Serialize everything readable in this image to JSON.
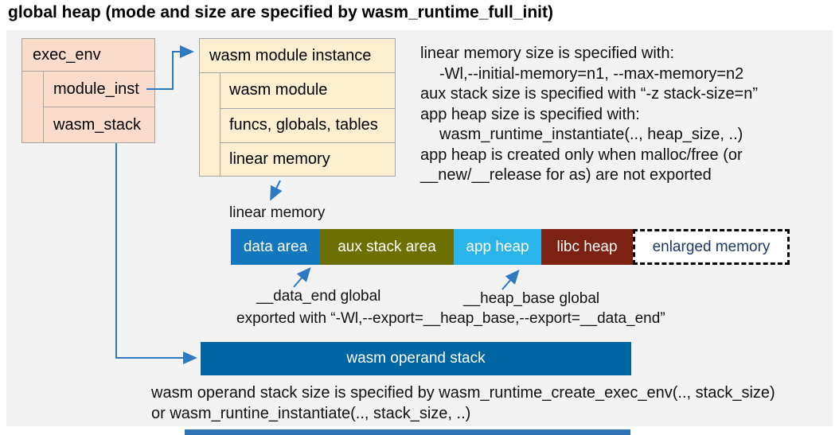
{
  "title": "global heap (mode and size are specified by wasm_runtime_full_init)",
  "exec_env": {
    "label": "exec_env",
    "rows": [
      {
        "label": "module_inst"
      },
      {
        "label": "wasm_stack"
      }
    ]
  },
  "module_instance": {
    "label": "wasm module instance",
    "rows": [
      {
        "label": "wasm module"
      },
      {
        "label": "funcs, globals, tables"
      },
      {
        "label": "linear memory"
      }
    ]
  },
  "right_notes": {
    "lines": [
      "linear memory size is specified with:",
      "-Wl,--initial-memory=n1, --max-memory=n2",
      "aux stack size is specified with “-z stack-size=n”",
      "app heap size is specified with:",
      "wasm_runtime_instantiate(.., heap_size, ..)",
      "app heap is created only when malloc/free (or",
      "__new/__release for as) are not exported"
    ]
  },
  "linear_memory": {
    "label": "linear memory",
    "segments": [
      {
        "label": "data area",
        "color": "#1277BD"
      },
      {
        "label": "aux stack area",
        "color": "#6C7000"
      },
      {
        "label": "app heap",
        "color": "#2AB4EA"
      },
      {
        "label": "libc heap",
        "color": "#7D2212"
      },
      {
        "label": "enlarged memory",
        "color": "#FFFFFF"
      }
    ]
  },
  "annotations": {
    "data_end": "__data_end global",
    "heap_base": "__heap_base global",
    "exported": "exported with “-Wl,--export=__heap_base,--export=__data_end”"
  },
  "operand_stack": {
    "label": "wasm operand stack"
  },
  "bottom_notes": {
    "lines": [
      "wasm operand stack size is specified by wasm_runtime_create_exec_env(.., stack_size)",
      "or wasm_runtine_instantiate(.., stack_size, ..)"
    ]
  },
  "colors": {
    "slide_background": "#F2F2F2",
    "struct_pink": "#FBDCCA",
    "struct_cream": "#FCEFD0",
    "struct_border": "#A6A6A6",
    "arrow": "#2E79C0",
    "operand_stack_bar": "#0065A3",
    "enlarged_memory_text": "#1F3864",
    "bottom_strip": "#2E74B5"
  }
}
